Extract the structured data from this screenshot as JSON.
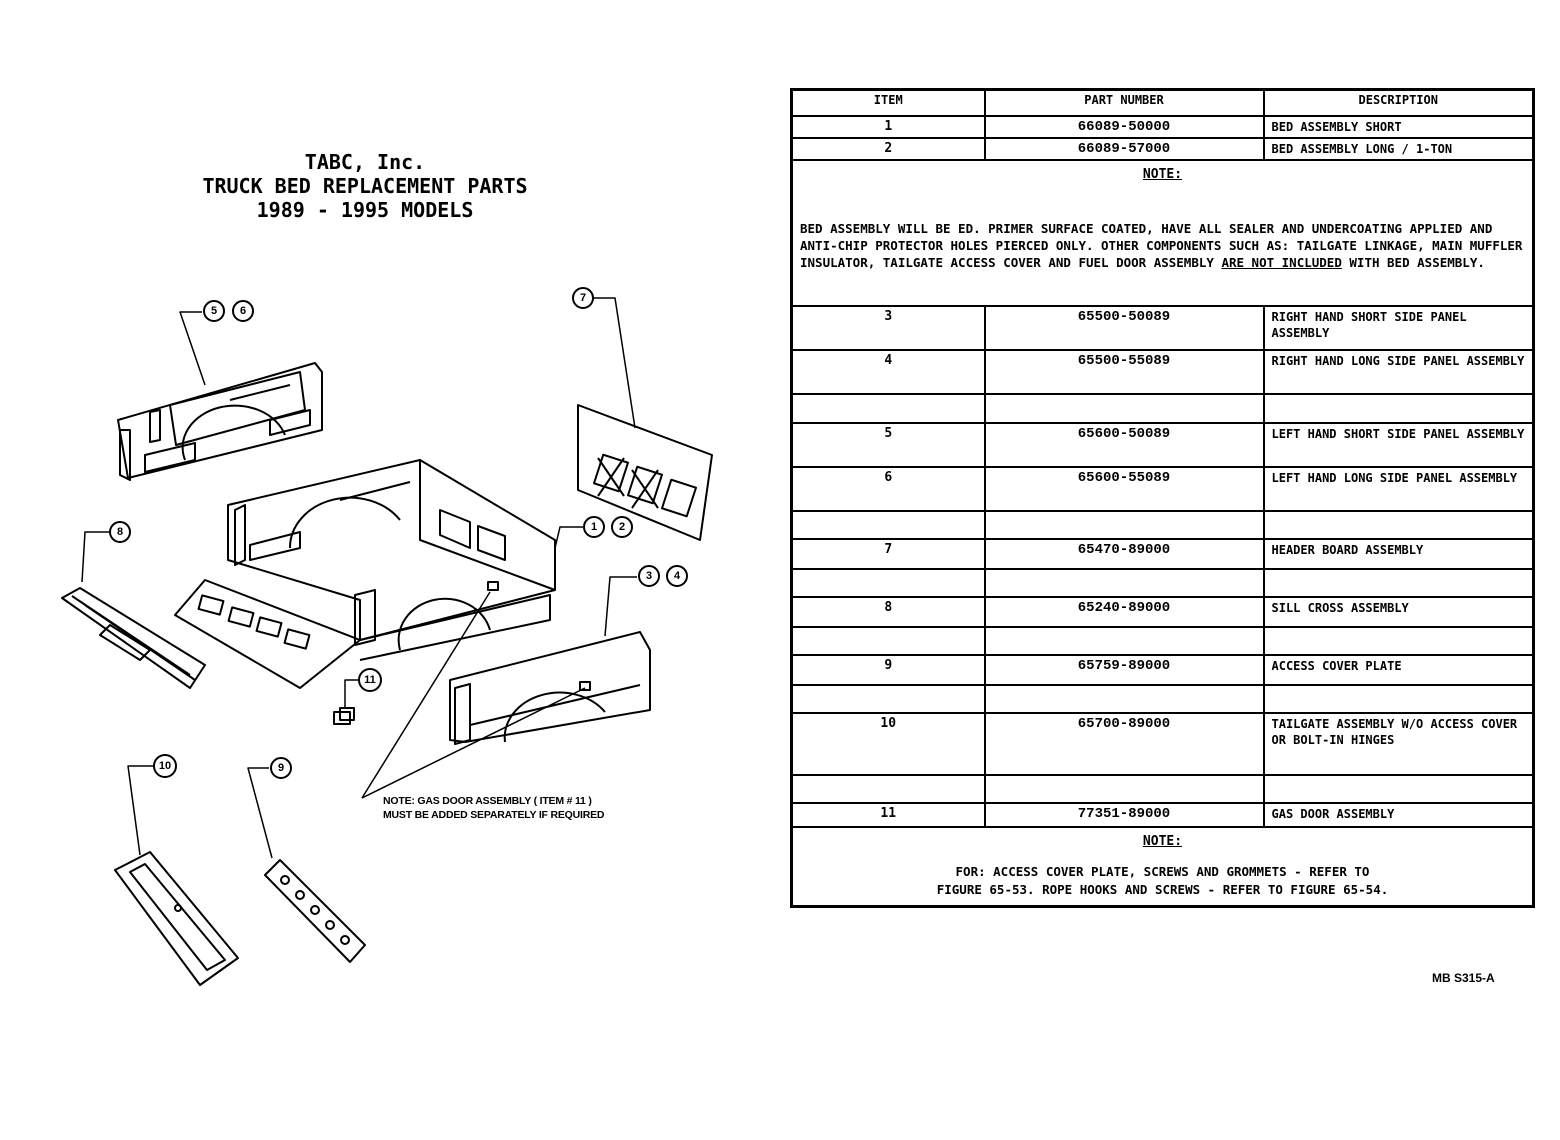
{
  "title": {
    "company": "TABC, Inc.",
    "subject": "TRUCK BED REPLACEMENT PARTS",
    "models": "1989 - 1995 MODELS"
  },
  "diagram": {
    "callouts": [
      "5",
      "6",
      "7",
      "8",
      "1",
      "2",
      "3",
      "4",
      "11",
      "10",
      "9"
    ],
    "gas_note_line1": "NOTE: GAS DOOR ASSEMBLY ( ITEM # 11 )",
    "gas_note_line2": "MUST BE ADDED SEPARATELY IF REQUIRED"
  },
  "table": {
    "headers": {
      "item": "ITEM",
      "part_number": "PART NUMBER",
      "description": "DESCRIPTION"
    },
    "rows_top": [
      {
        "item": "1",
        "part_number": "66089-50000",
        "description": "BED ASSEMBLY SHORT"
      },
      {
        "item": "2",
        "part_number": "66089-57000",
        "description": "BED ASSEMBLY LONG / 1-TON"
      }
    ],
    "note1": {
      "heading": "NOTE:",
      "text_before": "BED ASSEMBLY WILL BE ED. PRIMER SURFACE COATED, HAVE ALL SEALER AND UNDERCOATING APPLIED AND ANTI-CHIP PROTECTOR HOLES PIERCED ONLY. OTHER COMPONENTS SUCH AS: TAILGATE LINKAGE, MAIN MUFFLER INSULATOR, TAILGATE ACCESS COVER AND FUEL DOOR ASSEMBLY",
      "text_emph": "ARE NOT INCLUDED",
      "text_after": "WITH BED ASSEMBLY."
    },
    "rows": [
      {
        "item": "3",
        "part_number": "65500-50089",
        "description": "RIGHT HAND SHORT SIDE PANEL ASSEMBLY"
      },
      {
        "item": "4",
        "part_number": "65500-55089",
        "description": "RIGHT HAND LONG SIDE PANEL ASSEMBLY"
      },
      {
        "item": "5",
        "part_number": "65600-50089",
        "description": "LEFT HAND SHORT SIDE PANEL ASSEMBLY"
      },
      {
        "item": "6",
        "part_number": "65600-55089",
        "description": "LEFT HAND LONG SIDE PANEL ASSEMBLY"
      },
      {
        "item": "7",
        "part_number": "65470-89000",
        "description": "HEADER BOARD ASSEMBLY"
      },
      {
        "item": "8",
        "part_number": "65240-89000",
        "description": "SILL CROSS ASSEMBLY"
      },
      {
        "item": "9",
        "part_number": "65759-89000",
        "description": "ACCESS COVER PLATE"
      },
      {
        "item": "10",
        "part_number": "65700-89000",
        "description": "TAILGATE ASSEMBLY W/O ACCESS COVER OR BOLT-IN HINGES"
      },
      {
        "item": "11",
        "part_number": "77351-89000",
        "description": "GAS DOOR ASSEMBLY"
      }
    ],
    "note2": {
      "heading": "NOTE:",
      "line1": "FOR: ACCESS COVER PLATE, SCREWS AND GROMMETS - REFER TO",
      "line2": "FIGURE 65-53. ROPE HOOKS AND SCREWS - REFER TO FIGURE 65-54."
    }
  },
  "drawing_id": "MB S315-A"
}
